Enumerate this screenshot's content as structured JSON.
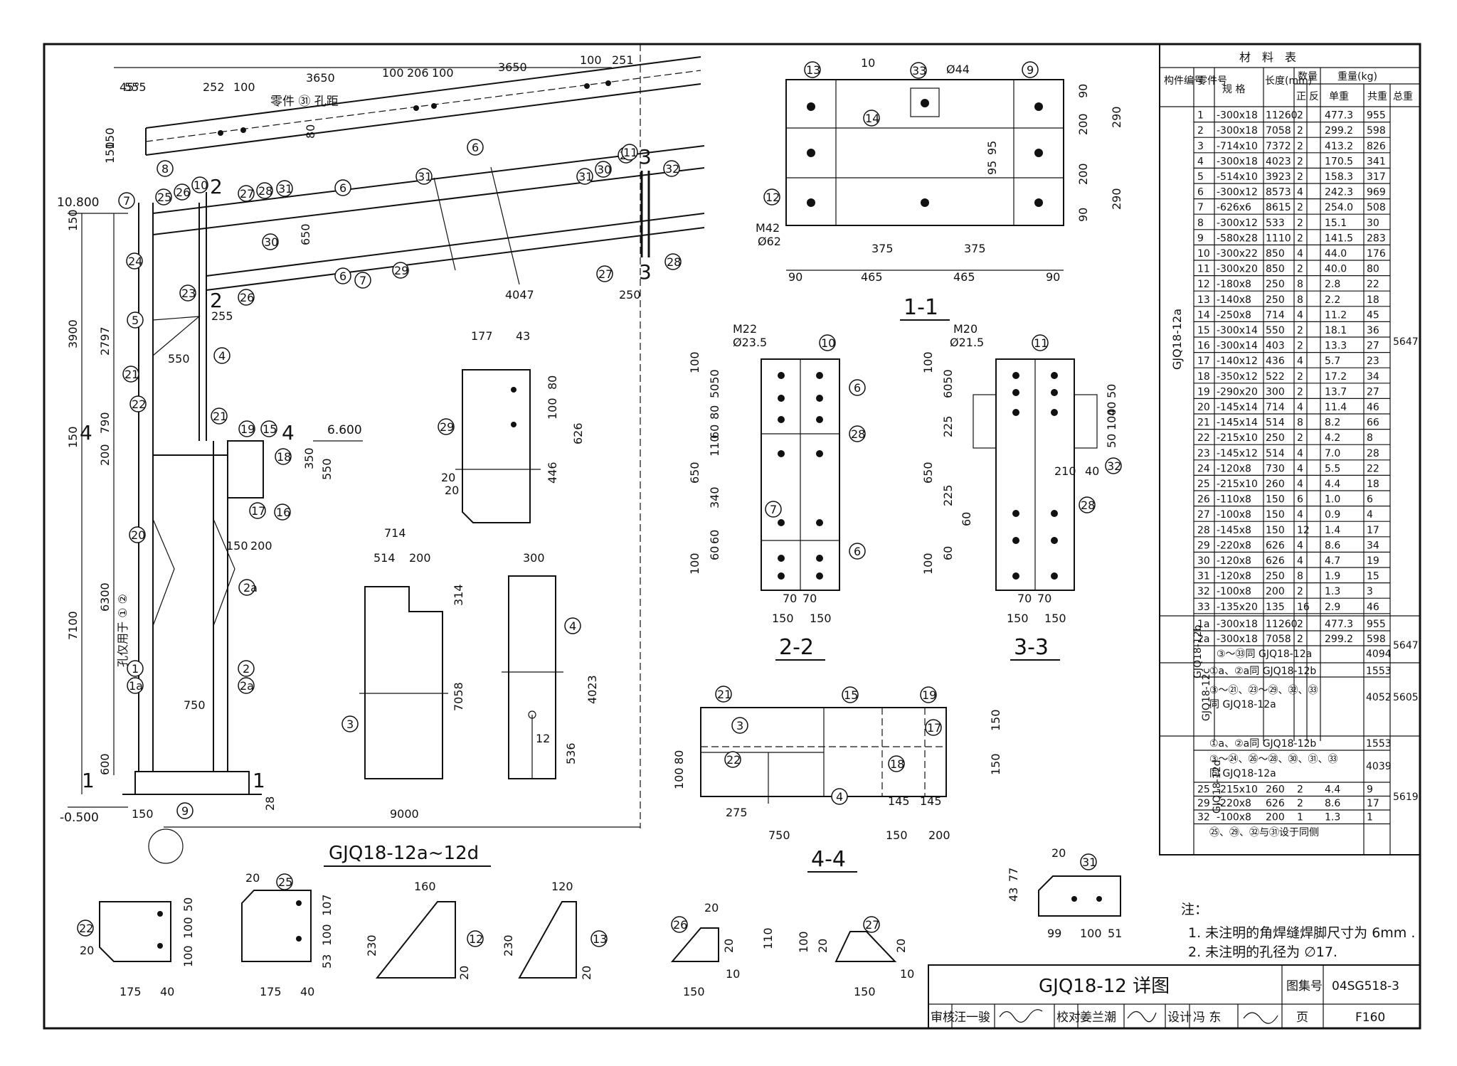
{
  "drawing": {
    "main_title": "GJQ18-12a~12d",
    "sections": [
      "1-1",
      "2-2",
      "3-3",
      "4-4"
    ],
    "section_marks": {
      "s1": "1",
      "s2": "2",
      "s3": "3",
      "s4": "4"
    }
  },
  "elevations": {
    "top": "10.800",
    "mid": "6.600",
    "bottom": "-0.500"
  },
  "frame_dims": {
    "h1": "150",
    "h2": "3900",
    "h3": "2797",
    "h4": "790",
    "h5": "150",
    "h6": "7100",
    "h7": "6300",
    "h8": "200",
    "h9": "600",
    "w1": "750",
    "w2": "9000",
    "w3": "150",
    "w4": "28",
    "w5": "4047",
    "w6": "250",
    "w7": "255",
    "w8": "550",
    "w9": "650",
    "w10": "150",
    "w11": "200",
    "w12": "350",
    "w13": "550",
    "w14": "5050",
    "w15": "50"
  },
  "beam_dims": {
    "d1": "555",
    "d2": "252",
    "d3": "100",
    "d4": "3650",
    "d5": "100",
    "d6": "206",
    "d7": "100",
    "d8": "3650",
    "d9": "100",
    "d10": "251",
    "d11": "150",
    "d12": "150",
    "d13": "80",
    "hole_note": "零件 ㉛ 孔距",
    "angle": "45°",
    "weld": "2"
  },
  "column_note": "孔仅用于 ① ②",
  "part_labels": [
    "1",
    "1a",
    "2",
    "2a",
    "3",
    "4",
    "5",
    "6",
    "7",
    "8",
    "9",
    "10",
    "11",
    "12",
    "13",
    "14",
    "15",
    "16",
    "17",
    "18",
    "19",
    "20",
    "21",
    "22",
    "23",
    "24",
    "25",
    "26",
    "27",
    "28",
    "29",
    "30",
    "31",
    "32",
    "33"
  ],
  "weld_sizes": [
    "8",
    "6",
    "10",
    "2"
  ],
  "sec11": {
    "d_top1": "90",
    "d_top2": "200",
    "d_top3": "200",
    "d_top4": "90",
    "d_r1": "290",
    "d_r2": "290",
    "d_in1": "95",
    "d_in2": "95",
    "d_b1": "375",
    "d_b2": "375",
    "d_b3": "90",
    "d_b4": "465",
    "d_b5": "465",
    "d_b6": "90",
    "bolt": "M42",
    "hole": "Ø62",
    "hole2": "Ø44",
    "weld10": "10"
  },
  "sec22": {
    "bolt": "M22",
    "hole": "Ø23.5",
    "v1": "100",
    "v2": "5050",
    "v3": "80",
    "v4": "60",
    "v5": "110",
    "v6": "650",
    "v7": "340",
    "v8": "60",
    "v9": "60",
    "v10": "100",
    "h1": "70",
    "h2": "70",
    "h3": "150",
    "h4": "150"
  },
  "sec33": {
    "bolt": "M20",
    "hole": "Ø21.5",
    "v1": "100",
    "v2": "6050",
    "v3": "225",
    "v4": "650",
    "v5": "225",
    "v6": "60",
    "v7": "60",
    "v8": "100",
    "r1": "50",
    "r2": "40",
    "r3": "100",
    "r4": "50",
    "r5": "210",
    "r6": "40",
    "h1": "70",
    "h2": "70",
    "h3": "150",
    "h4": "150"
  },
  "sec44": {
    "d1": "80",
    "d2": "100",
    "d3": "275",
    "d4": "750",
    "d5": "145",
    "d6": "145",
    "d7": "150",
    "d8": "200",
    "d9": "150",
    "d10": "150"
  },
  "part29": {
    "w1": "177",
    "w2": "43",
    "h1": "80",
    "h2": "100",
    "h3": "446",
    "h4": "626",
    "c1": "20",
    "c2": "20"
  },
  "part3": {
    "w1": "714",
    "w2": "514",
    "w3": "200",
    "h1": "314",
    "h2": "7058"
  },
  "part4": {
    "w1": "300",
    "h1": "4023",
    "h2": "536",
    "h3": "12"
  },
  "part22": {
    "h1": "50",
    "h2": "100",
    "h3": "100",
    "w1": "175",
    "w2": "40",
    "c": "20"
  },
  "part25": {
    "h1": "107",
    "h2": "100",
    "h3": "53",
    "w1": "175",
    "w2": "40",
    "c": "20"
  },
  "part12": {
    "w": "160",
    "h": "230",
    "c": "20"
  },
  "part13": {
    "w": "120",
    "h": "230",
    "c": "20"
  },
  "part26": {
    "w": "150",
    "h1": "20",
    "h2": "20",
    "h3": "110",
    "c": "10"
  },
  "part27": {
    "w": "150",
    "h1": "100",
    "h2": "20",
    "h3": "20",
    "c": "10"
  },
  "part31": {
    "w1": "99",
    "w2": "100",
    "w3": "51",
    "h1": "43",
    "h2": "77",
    "c": "20"
  },
  "material_table": {
    "title": "材　料　表",
    "headers": {
      "member": "构件编号",
      "part": "零件号",
      "spec": "规 格",
      "length": "长度(mm)",
      "qty": "数量",
      "qty_pos": "正",
      "qty_neg": "反",
      "weight": "重量(kg)",
      "unit": "单重",
      "total": "共重",
      "grand": "总重"
    },
    "group_a": {
      "member": "GJQ18-12a",
      "grand": "5647",
      "rows": [
        [
          "1",
          "-300x18",
          "11260",
          "2",
          "",
          "477.3",
          "955"
        ],
        [
          "2",
          "-300x18",
          "7058",
          "2",
          "",
          "299.2",
          "598"
        ],
        [
          "3",
          "-714x10",
          "7372",
          "2",
          "",
          "413.2",
          "826"
        ],
        [
          "4",
          "-300x18",
          "4023",
          "2",
          "",
          "170.5",
          "341"
        ],
        [
          "5",
          "-514x10",
          "3923",
          "2",
          "",
          "158.3",
          "317"
        ],
        [
          "6",
          "-300x12",
          "8573",
          "4",
          "",
          "242.3",
          "969"
        ],
        [
          "7",
          "-626x6",
          "8615",
          "2",
          "",
          "254.0",
          "508"
        ],
        [
          "8",
          "-300x12",
          "533",
          "2",
          "",
          "15.1",
          "30"
        ],
        [
          "9",
          "-580x28",
          "1110",
          "2",
          "",
          "141.5",
          "283"
        ],
        [
          "10",
          "-300x22",
          "850",
          "4",
          "",
          "44.0",
          "176"
        ],
        [
          "11",
          "-300x20",
          "850",
          "2",
          "",
          "40.0",
          "80"
        ],
        [
          "12",
          "-180x8",
          "250",
          "8",
          "",
          "2.8",
          "22"
        ],
        [
          "13",
          "-140x8",
          "250",
          "8",
          "",
          "2.2",
          "18"
        ],
        [
          "14",
          "-250x8",
          "714",
          "4",
          "",
          "11.2",
          "45"
        ],
        [
          "15",
          "-300x14",
          "550",
          "2",
          "",
          "18.1",
          "36"
        ],
        [
          "16",
          "-300x14",
          "403",
          "2",
          "",
          "13.3",
          "27"
        ],
        [
          "17",
          "-140x12",
          "436",
          "4",
          "",
          "5.7",
          "23"
        ],
        [
          "18",
          "-350x12",
          "522",
          "2",
          "",
          "17.2",
          "34"
        ],
        [
          "19",
          "-290x20",
          "300",
          "2",
          "",
          "13.7",
          "27"
        ],
        [
          "20",
          "-145x14",
          "714",
          "4",
          "",
          "11.4",
          "46"
        ],
        [
          "21",
          "-145x14",
          "514",
          "8",
          "",
          "8.2",
          "66"
        ],
        [
          "22",
          "-215x10",
          "250",
          "2",
          "",
          "4.2",
          "8"
        ],
        [
          "23",
          "-145x12",
          "514",
          "4",
          "",
          "7.0",
          "28"
        ],
        [
          "24",
          "-120x8",
          "730",
          "4",
          "",
          "5.5",
          "22"
        ],
        [
          "25",
          "-215x10",
          "260",
          "4",
          "",
          "4.4",
          "18"
        ],
        [
          "26",
          "-110x8",
          "150",
          "6",
          "",
          "1.0",
          "6"
        ],
        [
          "27",
          "-100x8",
          "150",
          "4",
          "",
          "0.9",
          "4"
        ],
        [
          "28",
          "-145x8",
          "150",
          "12",
          "",
          "1.4",
          "17"
        ],
        [
          "29",
          "-220x8",
          "626",
          "4",
          "",
          "8.6",
          "34"
        ],
        [
          "30",
          "-120x8",
          "626",
          "4",
          "",
          "4.7",
          "19"
        ],
        [
          "31",
          "-120x8",
          "250",
          "8",
          "",
          "1.9",
          "15"
        ],
        [
          "32",
          "-100x8",
          "200",
          "2",
          "",
          "1.3",
          "3"
        ],
        [
          "33",
          "-135x20",
          "135",
          "16",
          "",
          "2.9",
          "46"
        ]
      ]
    },
    "group_b": {
      "member": "GJQ18-12b",
      "grand": "5647",
      "rows": [
        [
          "1a",
          "-300x18",
          "11260",
          "2",
          "",
          "477.3",
          "955"
        ],
        [
          "2a",
          "-300x18",
          "7058",
          "2",
          "",
          "299.2",
          "598"
        ]
      ],
      "note": "③～㉝同 GJQ18-12a",
      "note_total": "4094"
    },
    "group_c": {
      "member": "GJQ18-12c",
      "grand": "5605",
      "note1": "①a、②a同 GJQ18-12b",
      "note1_total": "1553",
      "note2": "③～㉑、㉓～㉙、㉜、㉝",
      "note2b": "同 GJQ18-12a",
      "note2_total": "4052"
    },
    "group_d": {
      "member": "GJQ18-12d",
      "grand": "5619",
      "note1": "①a、②a同 GJQ18-12b",
      "note1_total": "1553",
      "note2": "③～㉔、㉖～㉘、㉚、㉛、㉝",
      "note2b": "同 GJQ18-12a",
      "note2_total": "4039",
      "rows": [
        [
          "25",
          "-215x10",
          "260",
          "2",
          "",
          "4.4",
          "9"
        ],
        [
          "29",
          "-220x8",
          "626",
          "2",
          "",
          "8.6",
          "17"
        ],
        [
          "32",
          "-100x8",
          "200",
          "1",
          "",
          "1.3",
          "1"
        ]
      ],
      "footnote": "㉕、㉙、㉜与㉛设于同侧"
    }
  },
  "notes": {
    "title": "注：",
    "n1": "1. 未注明的角焊缝焊脚尺寸为 6mm .",
    "n2": "2. 未注明的孔径为 ∅17."
  },
  "title_block": {
    "title": "GJQ18-12 详图",
    "atlas_label": "图集号",
    "atlas_no": "04SG518-3",
    "review_label": "审核",
    "review_name": "汪一骏",
    "check_label": "校对",
    "check_name": "姜兰潮",
    "design_label": "设计",
    "design_name": "冯 东",
    "page_label": "页",
    "page_no": "F160"
  }
}
